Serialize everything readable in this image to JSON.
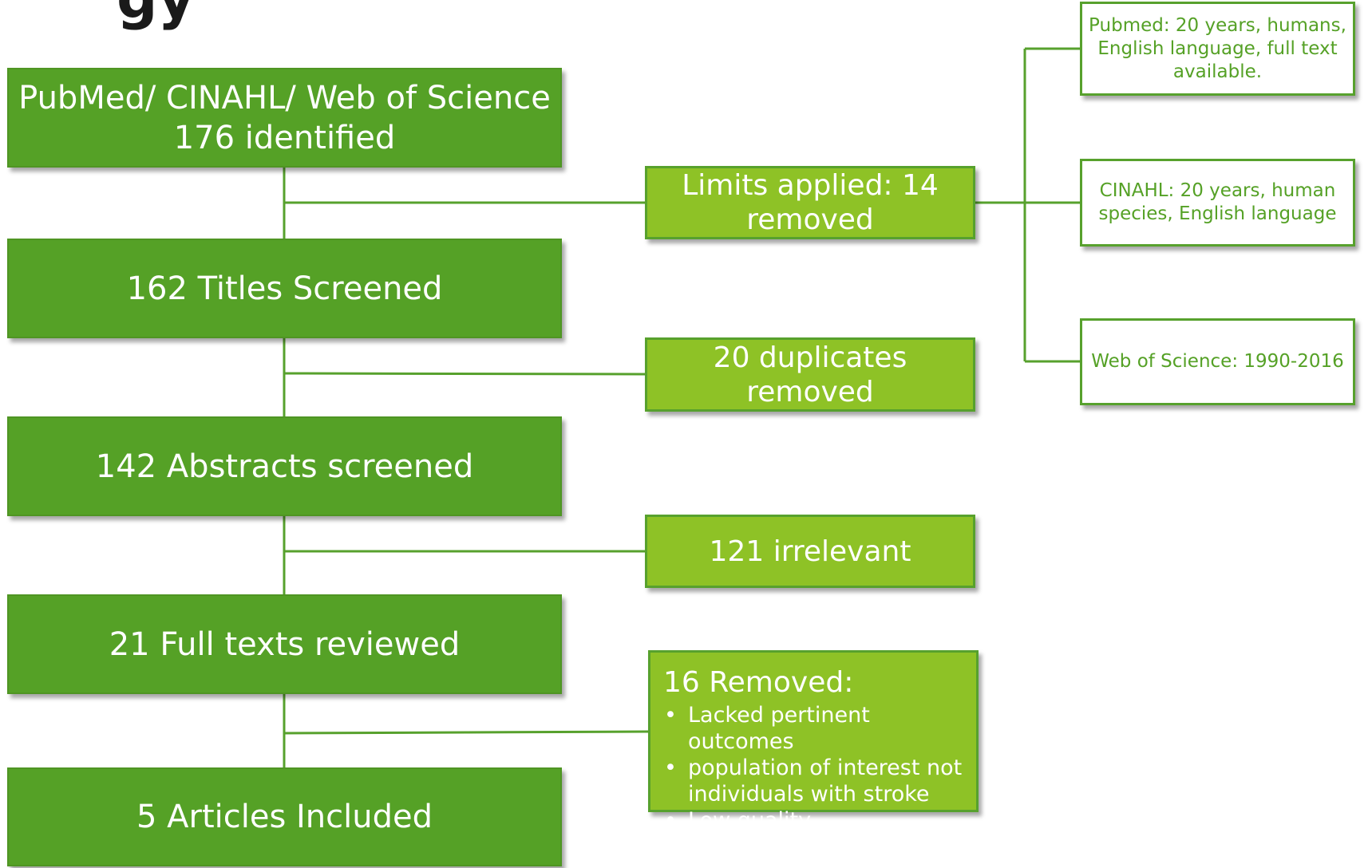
{
  "header": {
    "partial_title": "gy"
  },
  "main_steps": [
    {
      "lines": [
        "PubMed/ CINAHL/ Web of Science",
        "176 identified"
      ]
    },
    {
      "lines": [
        "162 Titles Screened"
      ]
    },
    {
      "lines": [
        "142 Abstracts screened"
      ]
    },
    {
      "lines": [
        "21 Full texts reviewed"
      ]
    },
    {
      "lines": [
        "5 Articles Included"
      ]
    }
  ],
  "exclusions": {
    "limits": {
      "lines": [
        "Limits applied: 14",
        "removed"
      ]
    },
    "duplicates": {
      "text": "20 duplicates removed"
    },
    "irrelevant": {
      "text": "121 irrelevant"
    },
    "fulltext": {
      "title": "16 Removed:",
      "bullets": [
        [
          "Lacked pertinent outcomes"
        ],
        [
          "population of interest not",
          "individuals with stroke"
        ],
        [
          "Low quality"
        ]
      ]
    }
  },
  "database_limits": [
    {
      "lines": [
        "Pubmed: 20 years, humans,",
        "English language, full text",
        "available."
      ]
    },
    {
      "lines": [
        "CINAHL: 20 years, human",
        "species, English language"
      ]
    },
    {
      "lines": [
        "Web of Science: 1990-2016"
      ]
    }
  ],
  "colors": {
    "main_fill": "#55a126",
    "side_fill": "#8ec226",
    "outline": "#57a12d",
    "limit_text": "#55a126",
    "text_on_fill": "#ffffff"
  }
}
